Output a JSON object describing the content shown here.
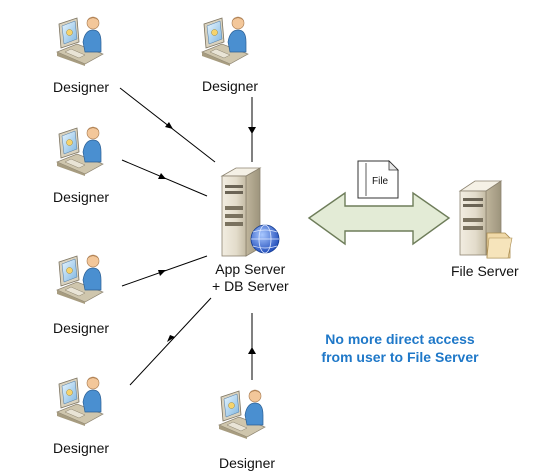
{
  "nodes": {
    "designer_label": "Designer",
    "app_server": {
      "line1": "App Server",
      "line2": "+ DB Server"
    },
    "file_server": "File Server"
  },
  "transfer": {
    "document_label": "File"
  },
  "note": {
    "line1": "No more direct access",
    "line2": "from user to File Server",
    "color": "#1F78C8"
  },
  "colors": {
    "arrow_fill": "#E3EBD6",
    "arrow_stroke": "#6E7D5A",
    "wire": "#000000"
  },
  "icons": {
    "designer": "workstation-user-icon",
    "app_server": "server-globe-icon",
    "file_server": "server-folder-icon",
    "document": "document-icon"
  }
}
